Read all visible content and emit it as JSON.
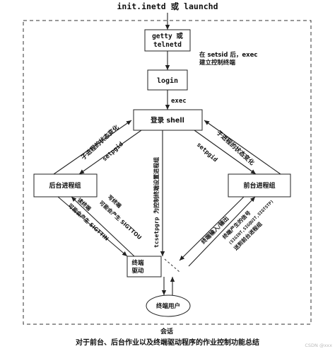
{
  "top_label": "init.inetd 或 launchd",
  "nodes": {
    "getty": [
      "getty 或",
      "telnetd"
    ],
    "login": "login",
    "shell": "登录 shell",
    "background": "后台进程组",
    "foreground": "前台进程组",
    "terminal_driver": [
      "终端",
      "驱动"
    ],
    "terminal_user": "终端用户"
  },
  "edge_labels": {
    "setsid_exec": [
      "在 setsid 后，exec",
      "建立控制终端"
    ],
    "exec": "exec",
    "child_state_left": "子进程的状态变化",
    "setpgid_left": "setpgid",
    "tcsetpgrp": "tcsetpgrp 为控制终端设置进程组",
    "setpgid_right": "setpgid",
    "child_state_right": "子进程的状态变化",
    "bg_read": [
      "可能会产生 SIGTTIN",
      "读终端"
    ],
    "bg_write": [
      "可能会产生 SIGTTOU",
      "写终端"
    ],
    "fg_io": "终端输入/输出",
    "fg_signals": [
      "终端产生的信号",
      "(SIGINT,SIGQUIT,SIGTSTP)",
      "送到前台进程组"
    ]
  },
  "session_label": "会话",
  "caption": "对于前台、后台作业以及终端驱动程序的作业控制功能总结",
  "watermark": "CSDN @xxx"
}
